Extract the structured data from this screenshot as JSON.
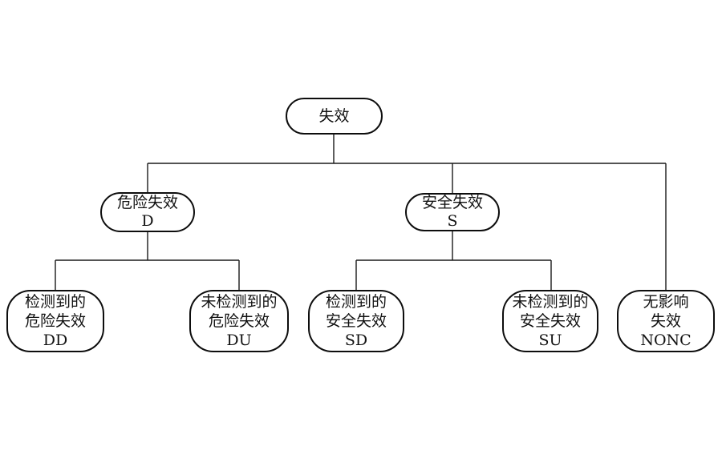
{
  "diagram": {
    "background": "#ffffff",
    "line_color": "#1a1a1a",
    "node_border_color": "#0d0d0d",
    "nodes": {
      "root": {
        "label": "失效"
      },
      "dangerous": {
        "label": "危险失效",
        "code": "D"
      },
      "safe": {
        "label": "安全失效",
        "code": "S"
      },
      "detected_dangerous": {
        "line1": "检测到的",
        "line2": "危险失效",
        "code": "DD"
      },
      "undetected_dangerous": {
        "line1": "未检测到的",
        "line2": "危险失效",
        "code": "DU"
      },
      "detected_safe": {
        "line1": "检测到的",
        "line2": "安全失效",
        "code": "SD"
      },
      "undetected_safe": {
        "line1": "未检测到的",
        "line2": "安全失效",
        "code": "SU"
      },
      "no_effect": {
        "line1": "无影响",
        "line2": "失效",
        "code": "NONC"
      }
    },
    "edges": [
      {
        "from": "失效",
        "to": "危险失效 D"
      },
      {
        "from": "失效",
        "to": "安全失效 S"
      },
      {
        "from": "失效",
        "to": "无影响失效 NONC"
      },
      {
        "from": "危险失效 D",
        "to": "检测到的危险失效 DD"
      },
      {
        "from": "危险失效 D",
        "to": "未检测到的危险失效 DU"
      },
      {
        "from": "安全失效 S",
        "to": "检测到的安全失效 SD"
      },
      {
        "from": "安全失效 S",
        "to": "未检测到的安全失效 SU"
      }
    ]
  }
}
